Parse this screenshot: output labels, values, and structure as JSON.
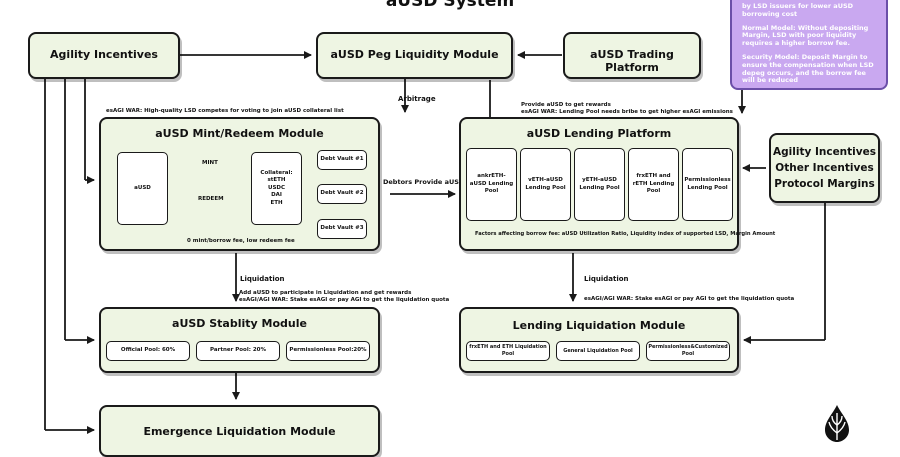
{
  "title": "aUSD System",
  "boxes": {
    "agility": "Agility Incentives",
    "peg": "aUSD Peg Liquidity Module",
    "trading": "aUSD Trading Platform",
    "mint": "aUSD Mint/Redeem Module",
    "lending": "aUSD Lending Platform",
    "incentives_right": [
      "Agility Incentives",
      "Other Incentives",
      "Protocol Margins"
    ],
    "stability": "aUSD Stablity Module",
    "lending_liq": "Lending Liquidation Module",
    "emergence": "Emergence Liquidation Module"
  },
  "mint_module": {
    "ausd": "aUSD",
    "mint_label": "MINT",
    "redeem_label": "REDEEM",
    "collateral_title": "Collateral:",
    "collateral": [
      "stETH",
      "USDC",
      "DAI",
      "ETH"
    ],
    "vaults": [
      "Debt Vault #1",
      "Debt Vault #2",
      "Debt Vault #3"
    ],
    "footer": "0 mint/borrow fee, low redeem fee"
  },
  "lending_module": {
    "pools": [
      "ankrETH-aUSD Lending Pool",
      "vETH-aUSD Lending Pool",
      "yETH-aUSD Lending Pool",
      "frxETH and rETH Lending Pool",
      "Permissionless Lending Pool"
    ],
    "footer": "Factors affecting borrow fee: aUSD Utilization Ratio, Liquidity index of supported LSD, Margin Amount"
  },
  "stability_module": {
    "pools": [
      "Official Pool: 60%",
      "Partner Pool: 20%",
      "Permissionless Pool:20%"
    ]
  },
  "lending_liq_module": {
    "pools": [
      "frxETH and ETH Liquidation Pool",
      "General Liquidation Pool",
      "Permissionless&Customized Pool"
    ]
  },
  "labels": {
    "war_left": "esAGI WAR: High-quality LSD competes for voting to join aUSD collateral list",
    "arbitrage": "Arbitrage",
    "provide_1": "Provide aUSD to get rewards",
    "provide_2": "esAGI WAR: Lending Pool needs bribe to get higher esAGI emissions",
    "debtors": "Debtors Provide aUSD",
    "liquidation_left": "Liquidation",
    "liq_left_1": "Add aUSD to participate in Liquidation and get rewards",
    "liq_left_2": "esAGI/AGI WAR: Stake esAGI or pay AGI to get the liquidation quota",
    "liquidation_right": "Liquidation",
    "liq_right": "esAGI/AGI WAR: Stake esAGI or pay AGI to get the liquidation quota"
  },
  "purple_note": [
    "by LSD issuers for lower aUSD borrowing cost",
    "Normal Model: Without depositing Margin, LSD with poor liquidity requires a higher borrow fee.",
    "Security Model: Deposit Margin to ensure the compensation when LSD depeg occurs, and the borrow fee will be reduced"
  ],
  "colors": {
    "box_fill": "#eef5e3",
    "note_fill": "#c9a8f0",
    "stroke": "#1a1a1a"
  },
  "icons": {
    "logo": "droplet-logo-icon"
  }
}
